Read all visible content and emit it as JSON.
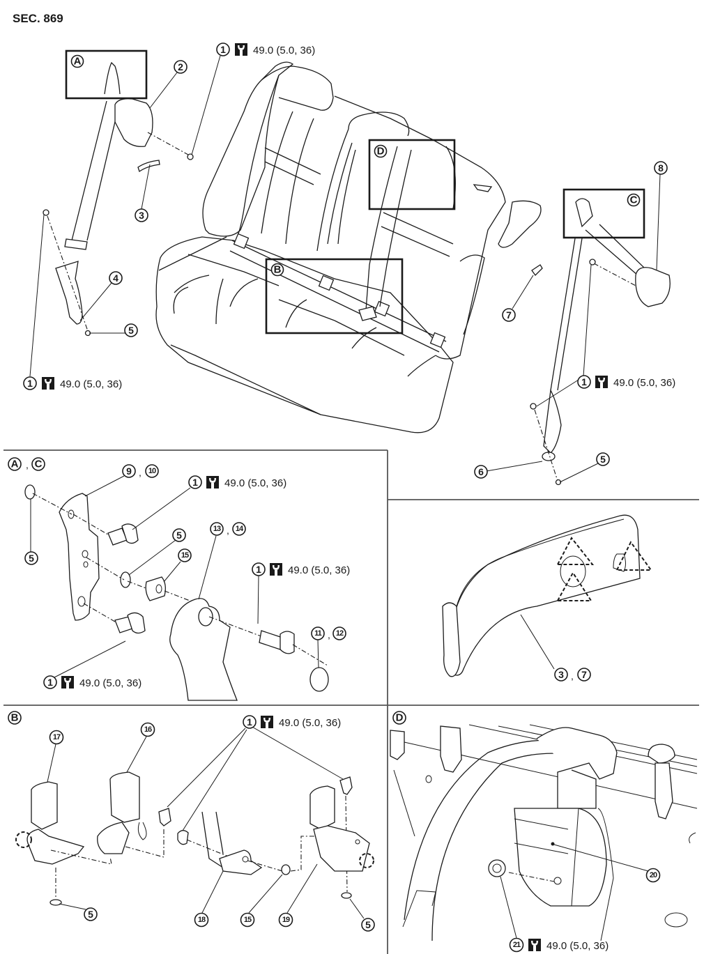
{
  "section_label": "SEC. 869",
  "torque_spec": "49.0 (5.0, 36)",
  "torque_icon": "wrench-torque-icon",
  "separator": ",",
  "views": {
    "main": {
      "detail_boxes": [
        "A",
        "B",
        "C",
        "D"
      ],
      "callouts": [
        {
          "id": "1",
          "torque": "49.0 (5.0, 36)"
        },
        {
          "id": "2"
        },
        {
          "id": "3"
        },
        {
          "id": "4"
        },
        {
          "id": "5"
        },
        {
          "id": "1",
          "torque": "49.0 (5.0, 36)"
        },
        {
          "id": "7"
        },
        {
          "id": "8"
        },
        {
          "id": "1",
          "torque": "49.0 (5.0, 36)"
        },
        {
          "id": "6"
        },
        {
          "id": "5"
        }
      ]
    },
    "detail_ac": {
      "title_letters": [
        "A",
        "C"
      ],
      "callouts": [
        "9",
        "10",
        "1",
        "5",
        "5",
        "15",
        "13",
        "14",
        "1",
        "11",
        "12",
        "1"
      ],
      "torque_labels": [
        "49.0 (5.0, 36)",
        "49.0 (5.0, 36)",
        "49.0 (5.0, 36)"
      ]
    },
    "detail_trim": {
      "callouts": [
        "3",
        "7"
      ]
    },
    "detail_b": {
      "title_letter": "B",
      "callouts": [
        "17",
        "16",
        "1",
        "18",
        "15",
        "19",
        "5",
        "5"
      ],
      "torque_labels": [
        "49.0 (5.0, 36)"
      ]
    },
    "detail_d": {
      "title_letter": "D",
      "callouts": [
        "20",
        "21"
      ],
      "torque_labels": [
        "49.0 (5.0, 36)"
      ]
    }
  }
}
